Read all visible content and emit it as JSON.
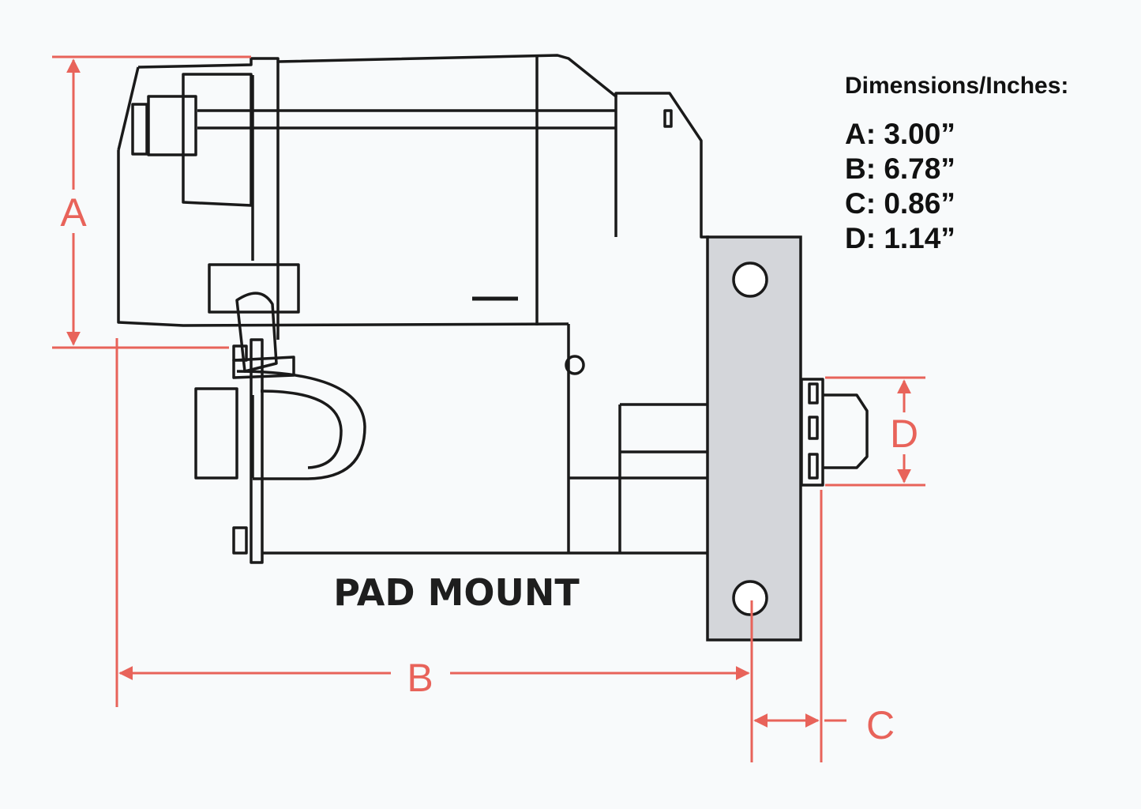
{
  "diagram": {
    "caption": "PAD MOUNT",
    "dimension_labels": {
      "a": "A",
      "b": "B",
      "c": "C",
      "d": "D"
    }
  },
  "legend": {
    "title": "Dimensions/Inches:",
    "items": [
      {
        "label": "A: 3.00”"
      },
      {
        "label": "B: 6.78”"
      },
      {
        "label": "C: 0.86”"
      },
      {
        "label": "D: 1.14”"
      }
    ]
  },
  "colors": {
    "dimension": "#e8635a",
    "line": "#1a1a1a",
    "pad": "#d4d6da",
    "background": "#f8fafb"
  }
}
